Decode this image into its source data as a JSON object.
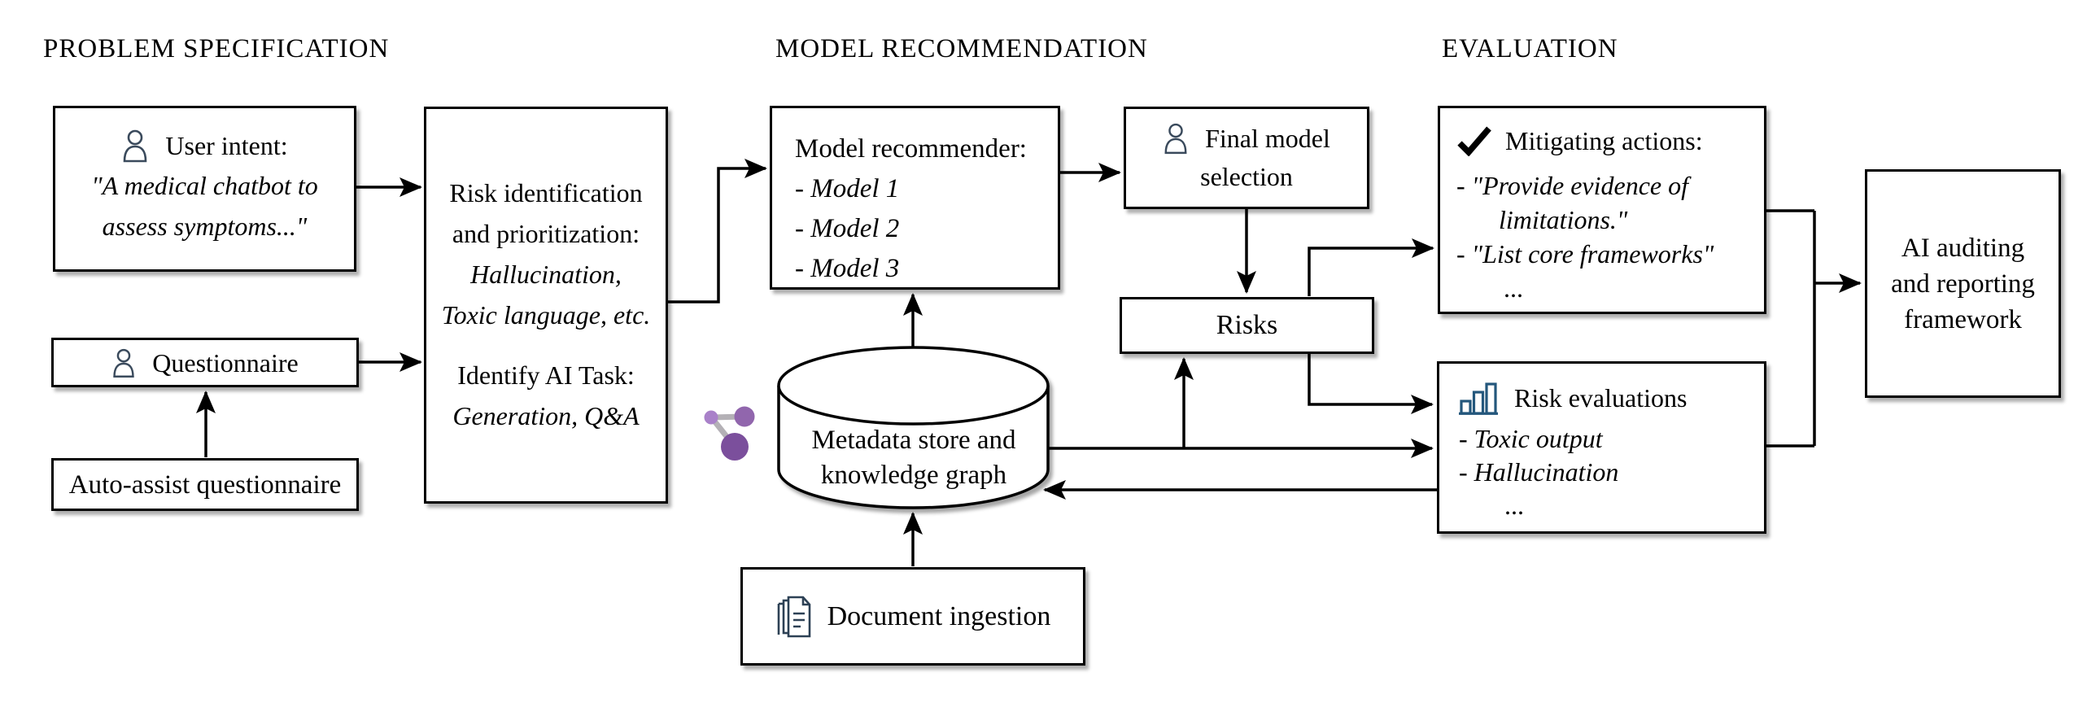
{
  "headers": {
    "problem": "PROBLEM SPECIFICATION",
    "model": "MODEL RECOMMENDATION",
    "evaluation": "EVALUATION"
  },
  "nodes": {
    "user_intent": {
      "title": "User intent:",
      "line1": "\"A medical chatbot to",
      "line2": "assess symptoms...\""
    },
    "questionnaire": {
      "label": "Questionnaire"
    },
    "auto_assist": {
      "label": "Auto-assist questionnaire"
    },
    "risk_identification": {
      "line1": "Risk identification",
      "line2": "and prioritization:",
      "line3": "Hallucination,",
      "line4": "Toxic language, etc.",
      "line5": "Identify AI Task:",
      "line6": "Generation, Q&A"
    },
    "model_recommender": {
      "title": "Model recommender:",
      "items": [
        "- Model 1",
        "- Model 2",
        "- Model 3"
      ]
    },
    "final_model_selection": {
      "line1": "Final model",
      "line2": "selection"
    },
    "risks": {
      "label": "Risks"
    },
    "metadata_store": {
      "line1": "Metadata store and",
      "line2": "knowledge graph"
    },
    "document_ingestion": {
      "label": "Document ingestion"
    },
    "mitigating_actions": {
      "title": "Mitigating actions:",
      "item1a": "- \"Provide evidence of",
      "item1b": "limitations.\"",
      "item2": "- \"List core frameworks\"",
      "more": "..."
    },
    "risk_evaluations": {
      "title": "Risk evaluations",
      "item1": "- Toxic output",
      "item2": "- Hallucination",
      "more": "..."
    },
    "ai_auditing": {
      "line1": "AI auditing",
      "line2": "and reporting",
      "line3": "framework"
    }
  },
  "colors": {
    "line": "#000000",
    "person_icon": "#3a4a5c",
    "check_icon": "#000000",
    "bar_chart_icon": "#24577c",
    "document_icon": "#2d4155",
    "node_small": "#a981c9",
    "node_medium": "#9166ad",
    "node_large": "#7b4f9c",
    "node_link": "#b4b1b6"
  }
}
